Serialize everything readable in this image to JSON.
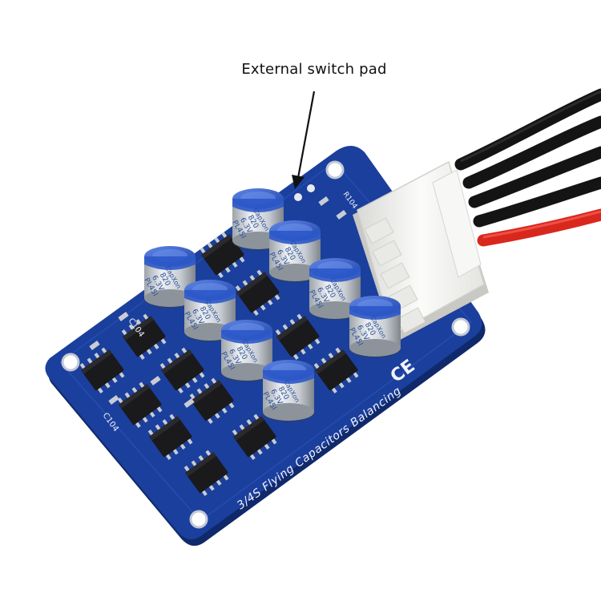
{
  "annotation": {
    "label": "External switch pad"
  },
  "board": {
    "title": "3/4S Flying Capacitors Balancing",
    "mark": "CE",
    "designators": [
      "C104",
      "C104",
      "R104"
    ],
    "colors": {
      "pcb": "#1b3f9c",
      "pcb_edge": "#10296b",
      "connector": "#f4f4f2",
      "wire_black": "#141414",
      "wire_red": "#d8281e",
      "cap_sleeve": "#2f5fd0",
      "cap_body": "#dfe3e8"
    }
  },
  "capacitor": {
    "brand": "CapXon",
    "value": "820",
    "voltage": "6.3V",
    "series": "PL45I"
  },
  "capacitors": [
    {
      "id": "c1"
    },
    {
      "id": "c2"
    },
    {
      "id": "c3"
    },
    {
      "id": "c4"
    },
    {
      "id": "c5"
    },
    {
      "id": "c6"
    },
    {
      "id": "c7"
    },
    {
      "id": "c8"
    },
    {
      "id": "c9"
    }
  ]
}
